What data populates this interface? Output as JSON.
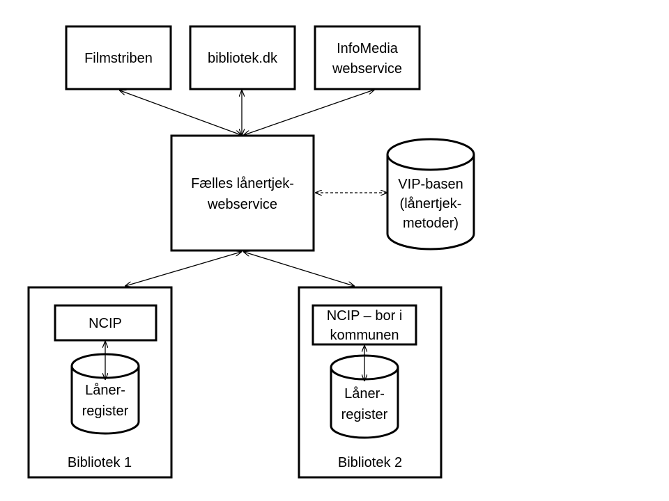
{
  "services": {
    "filmstriben": "Filmstriben",
    "bibliotek_dk": "bibliotek.dk",
    "infomedia": [
      "InfoMedia",
      "webservice"
    ]
  },
  "central": [
    "Fælles lånertjek-",
    "webservice"
  ],
  "vip": [
    "VIP-basen",
    "(lånertjek-",
    "metoder)"
  ],
  "library1": {
    "label": "Bibliotek 1",
    "ncip": "NCIP",
    "register": [
      "Låner-",
      "register"
    ]
  },
  "library2": {
    "label": "Bibliotek 2",
    "ncip": [
      "NCIP – bor i",
      "kommunen"
    ],
    "register": [
      "Låner-",
      "register"
    ]
  }
}
